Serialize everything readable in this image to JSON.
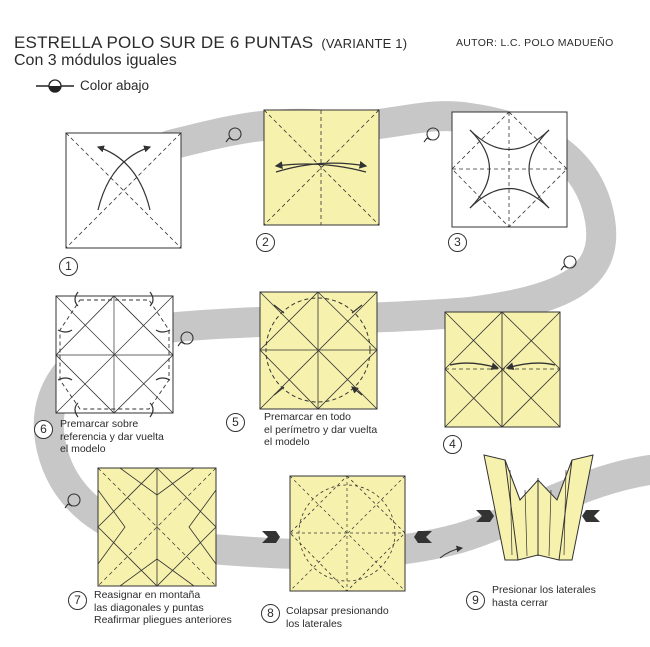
{
  "header": {
    "title": "ESTRELLA POLO SUR DE 6 PUNTAS",
    "variant": "(VARIANTE 1)",
    "subtitle": "Con 3 módulos iguales",
    "author": "AUTOR:  L.C. POLO  MADUEÑO"
  },
  "legend": {
    "label": "Color abajo",
    "icon": "half-filled-circle-icon"
  },
  "colors": {
    "paper": "#f6f1ad",
    "white": "#ffffff",
    "path": "#c7c7c7",
    "line": "#333333"
  },
  "steps": [
    {
      "number": "1",
      "caption": []
    },
    {
      "number": "2",
      "caption": []
    },
    {
      "number": "3",
      "caption": []
    },
    {
      "number": "4",
      "caption": []
    },
    {
      "number": "5",
      "caption": [
        "Premarcar en todo",
        "el perímetro y dar vuelta",
        "el modelo"
      ]
    },
    {
      "number": "6",
      "caption": [
        "Premarcar  sobre",
        "referencia y dar vuelta",
        "el modelo"
      ]
    },
    {
      "number": "7",
      "caption": [
        "Reasignar en montaña",
        "las diagonales y puntas",
        "Reafirmar pliegues anteriores"
      ]
    },
    {
      "number": "8",
      "caption": [
        "Colapsar presionando",
        "los laterales"
      ]
    },
    {
      "number": "9",
      "caption": [
        "Presionar los laterales",
        "hasta cerrar"
      ]
    }
  ]
}
